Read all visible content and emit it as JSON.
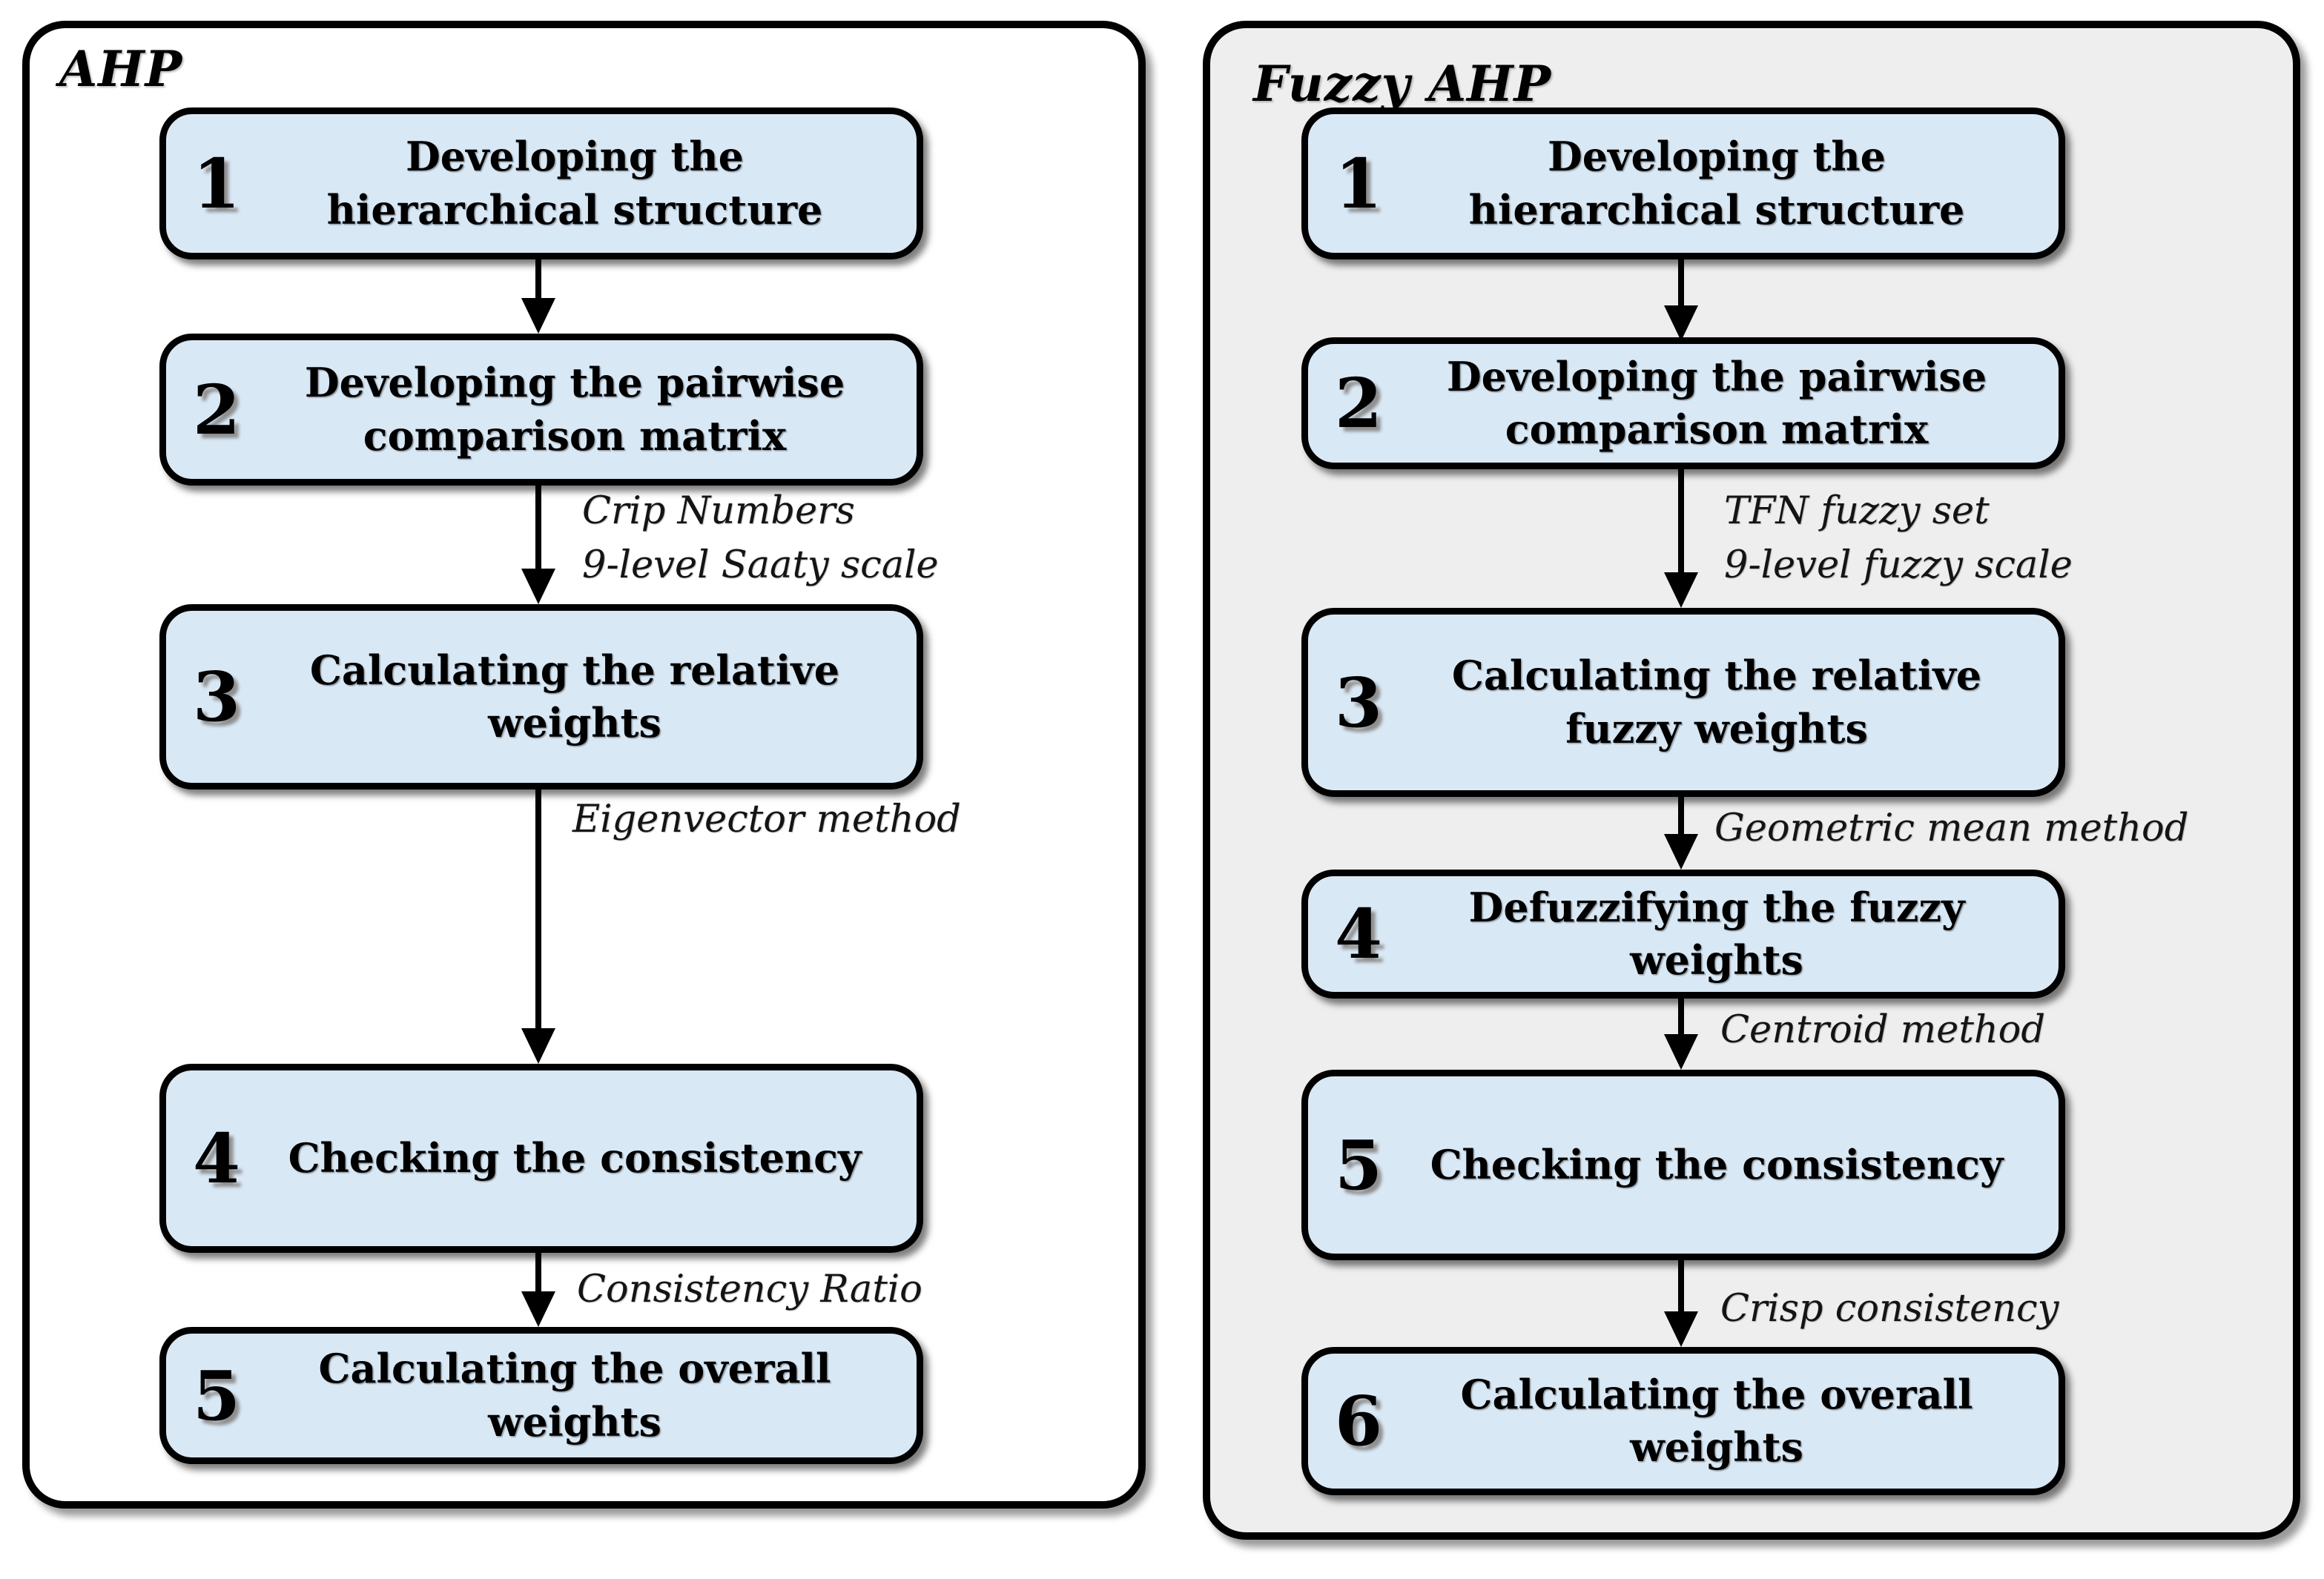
{
  "colors": {
    "box_fill": "#d9e8f5",
    "panel_bg_left": "#ffffff",
    "panel_bg_right": "#efeeef",
    "stroke": "#000000"
  },
  "panels": [
    {
      "title": "AHP",
      "steps": [
        {
          "number": "1",
          "label": "Developing the\nhierarchical structure"
        },
        {
          "number": "2",
          "label": "Developing the pairwise\ncomparison matrix"
        },
        {
          "number": "3",
          "label": "Calculating the relative\nweights"
        },
        {
          "number": "4",
          "label": "Checking the consistency"
        },
        {
          "number": "5",
          "label": "Calculating the overall\nweights"
        }
      ],
      "annotations": [
        "Crip Numbers",
        "9-level Saaty scale",
        "Eigenvector method",
        "Consistency  Ratio"
      ]
    },
    {
      "title": "Fuzzy AHP",
      "steps": [
        {
          "number": "1",
          "label": "Developing the\nhierarchical structure"
        },
        {
          "number": "2",
          "label": "Developing the pairwise\ncomparison matrix"
        },
        {
          "number": "3",
          "label": "Calculating the relative\nfuzzy weights"
        },
        {
          "number": "4",
          "label": "Defuzzifying the fuzzy\nweights"
        },
        {
          "number": "5",
          "label": "Checking the consistency"
        },
        {
          "number": "6",
          "label": "Calculating the overall\nweights"
        }
      ],
      "annotations": [
        "TFN fuzzy set",
        "9-level fuzzy scale",
        "Geometric mean method",
        "Centroid method",
        "Crisp consistency"
      ]
    }
  ]
}
